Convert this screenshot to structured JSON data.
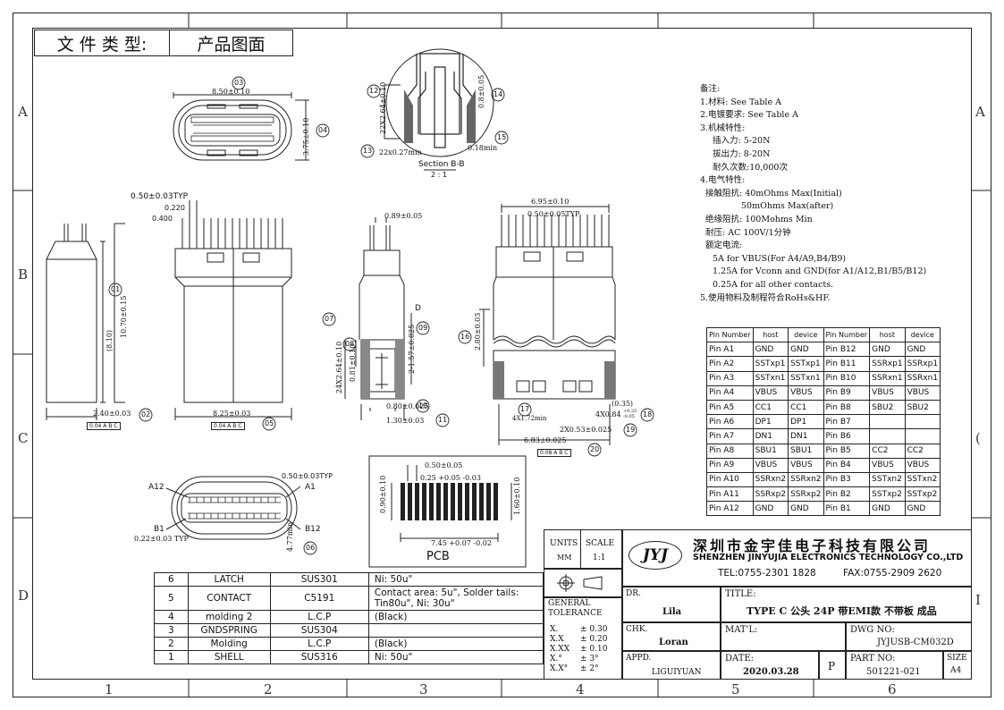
{
  "doc_type": {
    "label": "文 件 类 型:",
    "value": "产品图面"
  },
  "zones": {
    "cols": [
      "1",
      "2",
      "3",
      "4",
      "5",
      "6"
    ],
    "rows": [
      "A",
      "B",
      "C",
      "D",
      "I"
    ],
    "right_marks": [
      "A",
      "(",
      "I"
    ]
  },
  "notes": {
    "title": "备注:",
    "lines": [
      "1.材料: See Table A",
      "2.电镀要求: See Table A",
      "3.机械特性:",
      "插入力: 5-20N",
      "拔出力: 8-20N",
      "耐久次数:10,000次",
      "4.电气特性:",
      "接触阻抗: 40mOhms Max(Initial)",
      "50mOhms Max(after)",
      "绝缘阻抗: 100Mohms Min",
      "耐压: AC 100V/1分钟",
      "额定电流:",
      "5A for VBUS(For A4/A9,B4/B9)",
      "1.25A for Vconn and GND(for A1/A12,B1/B5/B12)",
      "0.25A for all other contacts.",
      "5.使用物料及制程符合RoHs&HF."
    ]
  },
  "pin_table": {
    "headers": [
      "Pin Number",
      "host",
      "device",
      "Pin Number",
      "host",
      "device"
    ],
    "rows": [
      [
        "Pin  A1",
        "GND",
        "GND",
        "Pin  B12",
        "GND",
        "GND"
      ],
      [
        "Pin  A2",
        "SSTxp1",
        "SSTxp1",
        "Pin  B11",
        "SSRxp1",
        "SSRxp1"
      ],
      [
        "Pin  A3",
        "SSTxn1",
        "SSTxn1",
        "Pin  B10",
        "SSRxn1",
        "SSRxn1"
      ],
      [
        "Pin  A4",
        "VBUS",
        "VBUS",
        "Pin  B9",
        "VBUS",
        "VBUS"
      ],
      [
        "Pin  A5",
        "CC1",
        "CC1",
        "Pin  B8",
        "SBU2",
        "SBU2"
      ],
      [
        "Pin  A6",
        "DP1",
        "DP1",
        "Pin  B7",
        "",
        ""
      ],
      [
        "Pin  A7",
        "DN1",
        "DN1",
        "Pin  B6",
        "",
        ""
      ],
      [
        "Pin  A8",
        "SBU1",
        "SBU1",
        "Pin  B5",
        "CC2",
        "CC2"
      ],
      [
        "Pin  A9",
        "VBUS",
        "VBUS",
        "Pin  B4",
        "VBUS",
        "VBUS"
      ],
      [
        "Pin  A10",
        "SSRxn2",
        "SSRxn2",
        "Pin  B3",
        "SSTxn2",
        "SSTxn2"
      ],
      [
        "Pin  A11",
        "SSRxp2",
        "SSRxp2",
        "Pin  B2",
        "SSTxp2",
        "SSTxp2"
      ],
      [
        "Pin  A12",
        "GND",
        "GND",
        "Pin  B1",
        "GND",
        "GND"
      ]
    ]
  },
  "bom": [
    [
      "6",
      "LATCH",
      "SUS301",
      "Ni: 50u\""
    ],
    [
      "5",
      "CONTACT",
      "C5191",
      "Contact area: 5u\", Solder tails: Tin80u\", Ni: 30u\""
    ],
    [
      "4",
      "molding 2",
      "L.C.P",
      "(Black)"
    ],
    [
      "3",
      "GNDSPRING",
      "SUS304",
      ""
    ],
    [
      "2",
      "Molding",
      "L.C.P",
      "(Black)"
    ],
    [
      "1",
      "SHELL",
      "SUS316",
      "Ni: 50u\""
    ]
  ],
  "title_block": {
    "units_label": "UNITS",
    "units_value": "MM",
    "scale_label": "SCALE",
    "scale_value": "1:1",
    "company_cn": "深圳市金宇佳电子科技有限公司",
    "company_en": "SHENZHEN JINYUJIA ELECTRONICS TECHNOLOGY CO.,LTD",
    "logo": "JYJ",
    "tel": "TEL:0755-2301 1828",
    "fax": "FAX:0755-2909 2620",
    "dr_label": "DR.",
    "dr_value": "Lila",
    "title_label": "TITLE:",
    "title_value": "TYPE C 公头 24P 带EMI款 不带板 成品",
    "general_tolerance": "GENERAL TOLERANCE",
    "tolerances": [
      [
        "X.",
        "± 0.30"
      ],
      [
        "X.X",
        "± 0.20"
      ],
      [
        "X.XX",
        "± 0.10"
      ],
      [
        "X.°",
        "± 3°"
      ],
      [
        "X.X°",
        "± 2°"
      ]
    ],
    "chk_label": "CHK.",
    "chk_value": "Loran",
    "matl_label": "MAT'L:",
    "matl_value": "",
    "dwg_label": "DWG NO:",
    "dwg_value": "JYJUSB-CM032D",
    "appd_label": "APPD.",
    "appd_value": "LIGUIYUAN",
    "date_label": "DATE:",
    "date_value": "2020.03.28",
    "rev_value": "P",
    "part_label": "PART NO:",
    "part_value": "501221-021",
    "size_label": "SIZE",
    "size_value": "A4"
  },
  "dims": {
    "top_width": "8.50±0.10",
    "top_h": "3.75±0.10",
    "sec_title": "Section B-B",
    "sec_scale": "2 : 1",
    "sec_dim1": "22X2.64±0.10",
    "sec_dim2": "22x0.27min",
    "sec_dim3": "0.18min",
    "sec_dim4": "0.8±0.05",
    "pitch_typ": "0.50±0.03TYP",
    "d220": "0.220",
    "d400": "0.400",
    "len_810": "(8.10)",
    "len_1070": "10.70±0.15",
    "w240": "2.40±0.03",
    "w825": "8.25±0.03",
    "d089": "0.89±0.05",
    "d264": "24X2.64±0.10",
    "d081": "0.81±0.10",
    "d157": "2-1.57±0.025",
    "d080": "0.80±0.025",
    "d130": "1.30±0.03",
    "letter_d": "D",
    "d695": "6.95±0.10",
    "d050typ": "0.50±0.05TYP",
    "d280": "2.80±0.03",
    "d035": "(0.35)",
    "d172": "4X1.72min",
    "d084": "4X0.84",
    "d084tol": "+0.25 -0.05",
    "d053": "2X0.53±0.025",
    "d683": "6.83±0.025",
    "a12": "A12",
    "a1": "A1",
    "b1": "B1",
    "b12": "B12",
    "b_pitch": "0.50±0.03TYP",
    "b_022": "0.22±0.03 TYP",
    "b_077": "4.77min",
    "pcb_050": "0.50±0.05",
    "pcb_025": "0.25 +0.05 -0.03",
    "pcb_090": "0.90±0.10",
    "pcb_160": "1.60±0.10",
    "pcb_745": "7.45 +0.07 -0.02",
    "pcb_label": "PCB",
    "fc1": "0.04 A B C",
    "fc2": "0.04 A B C",
    "fc3": "0.08 A B C",
    "balloons": [
      "03",
      "04",
      "12",
      "13",
      "14",
      "15",
      "01",
      "02",
      "05",
      "07",
      "08",
      "09",
      "10",
      "11",
      "16",
      "17",
      "18",
      "19",
      "20",
      "06"
    ]
  }
}
